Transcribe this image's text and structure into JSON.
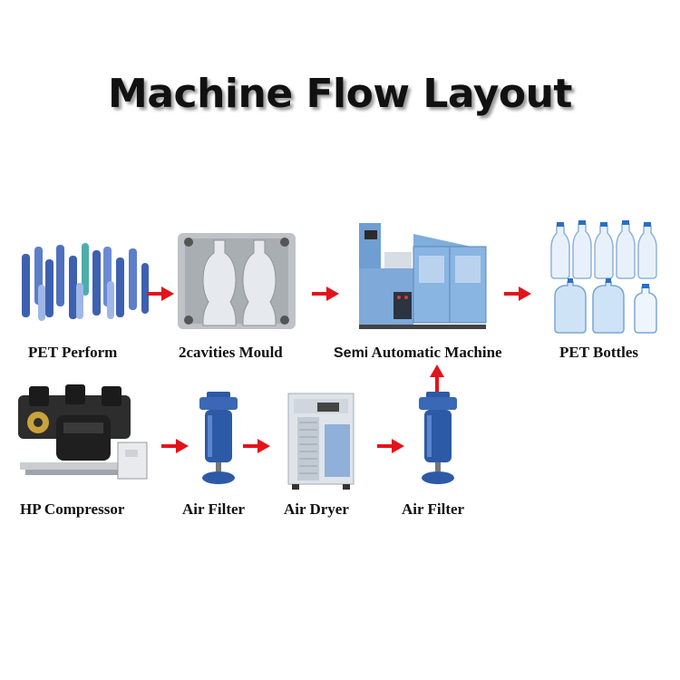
{
  "title": "Machine Flow Layout",
  "nodes": {
    "pet_perform": "PET Perform",
    "mould": "2cavities Mould",
    "semi_machine_a": "Semi",
    "semi_machine_b": " Automatic Machine",
    "pet_bottles": "PET Bottles",
    "hp_compressor": "HP Compressor",
    "air_filter_1": "Air Filter",
    "air_dryer": "Air Dryer",
    "air_filter_2": "Air Filter"
  },
  "colors": {
    "arrow": "#e3131b",
    "machine": "#8bb6e0",
    "filter": "#2d5aa6"
  },
  "icons": [
    "preform-bottles-image",
    "mould-image",
    "blow-machine-image",
    "bottles-image",
    "compressor-image",
    "filter-image",
    "dryer-image"
  ]
}
